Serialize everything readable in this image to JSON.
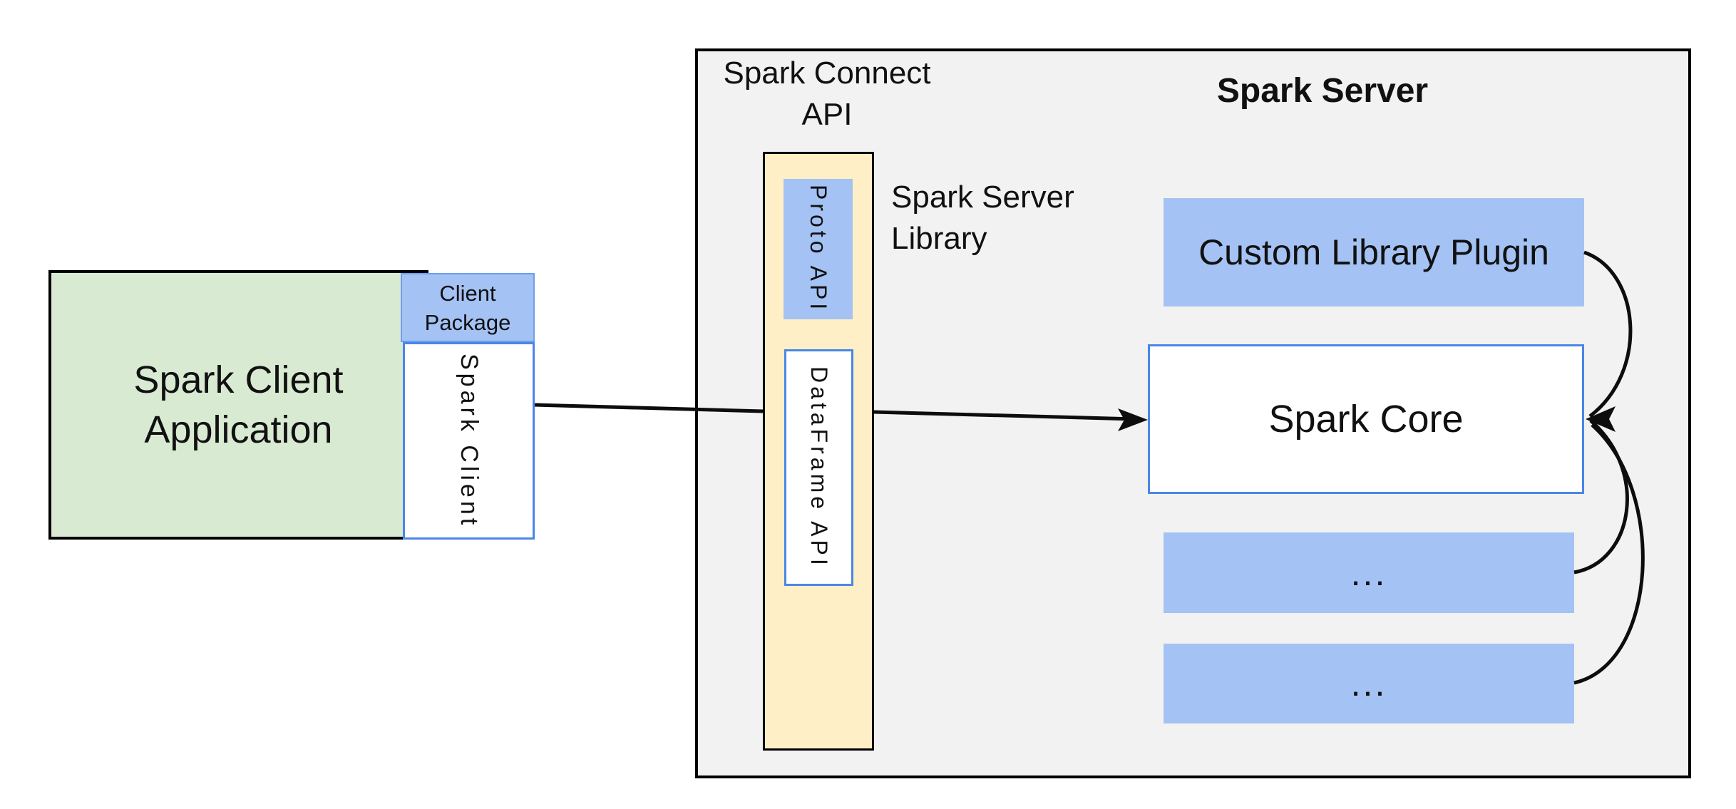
{
  "client": {
    "app_label": "Spark Client\nApplication",
    "package_label": "Client\nPackage",
    "spark_client_label": "Spark Client"
  },
  "connect_api": {
    "label": "Spark Connect\nAPI",
    "proto_api_label": "Proto API",
    "dataframe_api_label": "DataFrame API",
    "server_library_label": "Spark Server\nLibrary"
  },
  "server": {
    "title": "Spark Server",
    "plugin_label": "Custom Library Plugin",
    "core_label": "Spark Core",
    "more_plugins_label_1": "...",
    "more_plugins_label_2": "..."
  },
  "colors": {
    "green_fill": "#d9ead3",
    "blue_fill": "#a4c2f4",
    "yellow_fill": "#ffefc6",
    "gray_fill": "#f2f2f2",
    "blue_border": "#4a86e8",
    "pkg_border": "#6d9eeb",
    "box_border": "#000000",
    "line": "#0d0d0d",
    "text": "#111111"
  }
}
